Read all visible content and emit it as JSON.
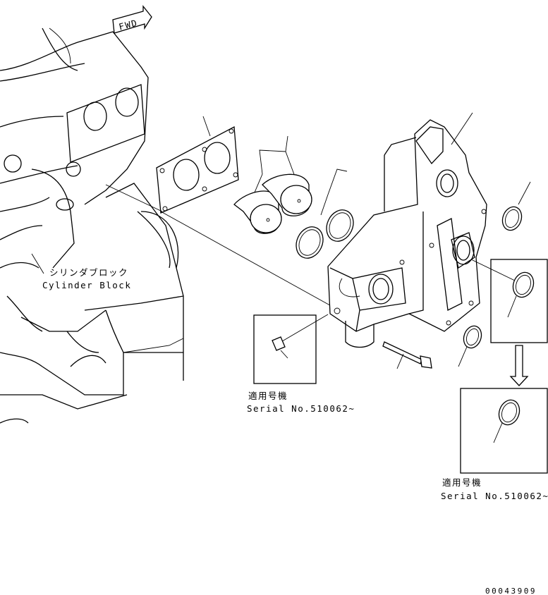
{
  "direction_marker": "FWD",
  "labels": {
    "cylinder_block_jp": "シリンダブロック",
    "cylinder_block_en": "Cylinder Block"
  },
  "callouts": [
    {
      "applicable_jp": "適用号機",
      "serial": "Serial No.510062~"
    },
    {
      "applicable_jp": "適用号機",
      "serial": "Serial No.510062~"
    }
  ],
  "drawing_number": "00043909"
}
